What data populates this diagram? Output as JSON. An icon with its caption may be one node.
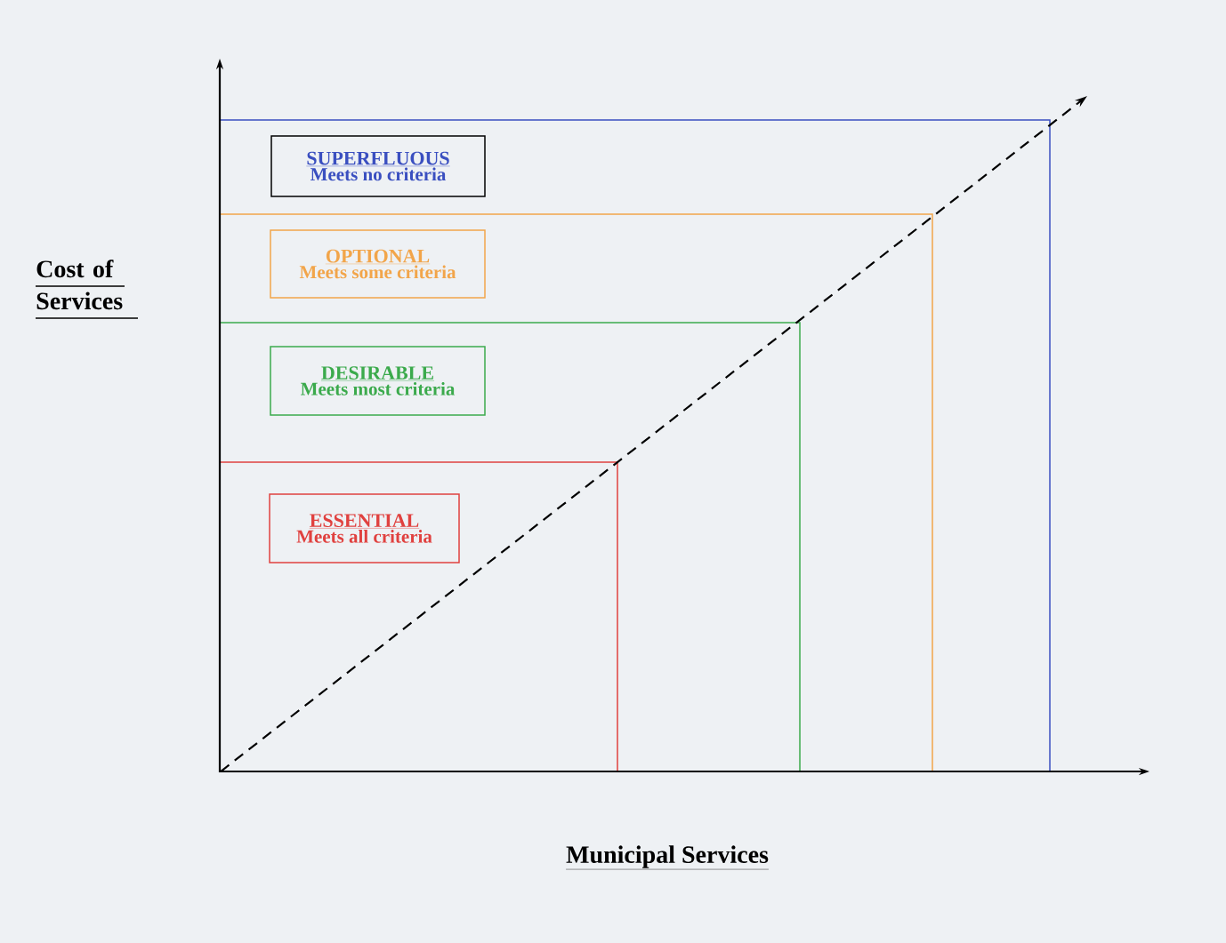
{
  "diagram": {
    "nodes": [
      {
        "text": [
          "SUPERFLUOUS",
          "Meets no criteria"
        ]
      },
      {
        "text": [
          "OPTIONAL",
          "Meets some criteria"
        ]
      },
      {
        "text": [
          "DESIRABLE",
          "Meets most criteria"
        ]
      },
      {
        "text": [
          "ESSENTIAL",
          "Meets all criteria"
        ]
      }
    ],
    "labels": [
      "Cost of Services",
      "Municipal Services"
    ]
  }
}
